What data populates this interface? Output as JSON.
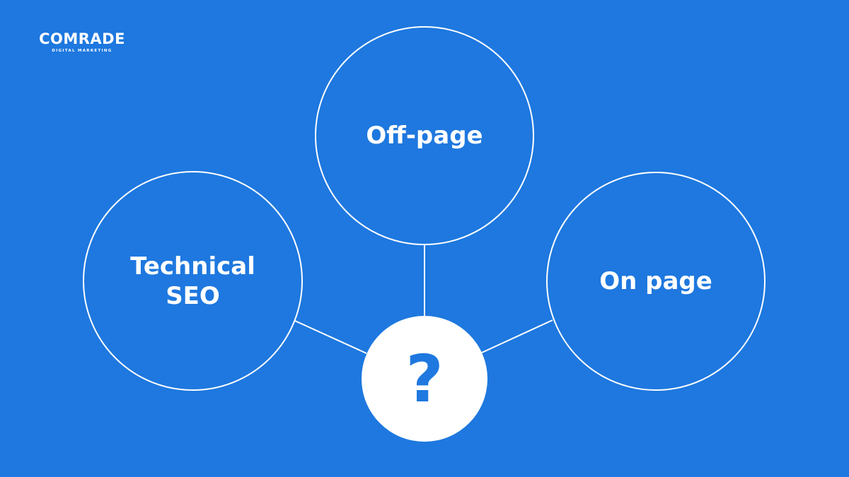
{
  "logo": {
    "name": "COMRADE",
    "tagline": "DIGITAL MARKETING"
  },
  "diagram": {
    "center": {
      "label": "?",
      "fill": "#ffffff",
      "text_color": "#1e78df"
    },
    "nodes": [
      {
        "id": "off-page",
        "label_line1": "Off-page",
        "label_line2": ""
      },
      {
        "id": "technical-seo",
        "label_line1": "Technical",
        "label_line2": "SEO"
      },
      {
        "id": "on-page",
        "label_line1": "On page",
        "label_line2": ""
      }
    ]
  },
  "colors": {
    "background": "#1e78df",
    "stroke": "#ffffff"
  }
}
